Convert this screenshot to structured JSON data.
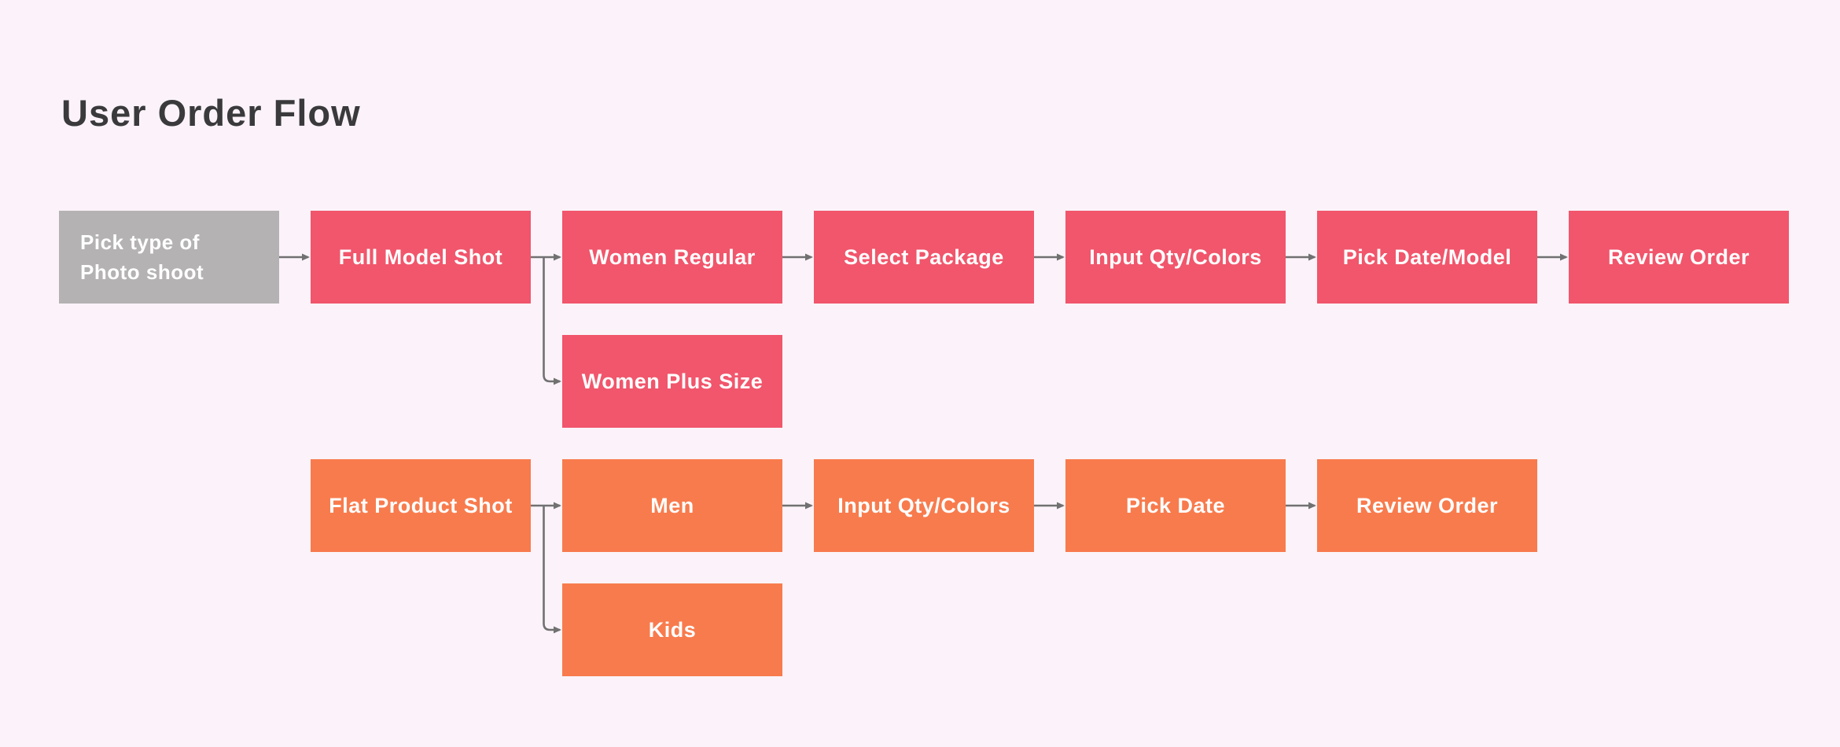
{
  "colors": {
    "pink": "#F1566C",
    "orange": "#F87B4D",
    "gray": "#B4B2B3",
    "arrow": "#717171",
    "bg": "#FBF3F9",
    "titleText": "#3A3A3C",
    "boxText": "#FFFFFF"
  },
  "flow": {
    "title": "User Order Flow",
    "nodes": [
      {
        "id": "pick-type-of-photo-shoot",
        "label": "Pick type of Photo shoot",
        "line1": "Pick type of",
        "line2": "Photo shoot",
        "color": "gray"
      },
      {
        "id": "full-model-shot",
        "label": "Full Model Shot",
        "color": "pink"
      },
      {
        "id": "women-regular",
        "label": "Women Regular",
        "color": "pink"
      },
      {
        "id": "select-package",
        "label": "Select Package",
        "color": "pink"
      },
      {
        "id": "input-qty-colors-model",
        "label": "Input Qty/Colors",
        "color": "pink"
      },
      {
        "id": "pick-date-model",
        "label": "Pick Date/Model",
        "color": "pink"
      },
      {
        "id": "review-order-model",
        "label": "Review Order",
        "color": "pink"
      },
      {
        "id": "women-plus-size",
        "label": "Women Plus Size",
        "color": "pink"
      },
      {
        "id": "flat-product-shot",
        "label": "Flat Product Shot",
        "color": "orange"
      },
      {
        "id": "men",
        "label": "Men",
        "color": "orange"
      },
      {
        "id": "input-qty-colors-flat",
        "label": "Input Qty/Colors",
        "color": "orange"
      },
      {
        "id": "pick-date",
        "label": "Pick Date",
        "color": "orange"
      },
      {
        "id": "review-order-flat",
        "label": "Review Order",
        "color": "orange"
      },
      {
        "id": "kids",
        "label": "Kids",
        "color": "orange"
      }
    ],
    "edges": [
      {
        "from": "pick-type-of-photo-shoot",
        "to": "full-model-shot"
      },
      {
        "from": "full-model-shot",
        "to": "women-regular"
      },
      {
        "from": "full-model-shot",
        "to": "women-plus-size"
      },
      {
        "from": "women-regular",
        "to": "select-package"
      },
      {
        "from": "select-package",
        "to": "input-qty-colors-model"
      },
      {
        "from": "input-qty-colors-model",
        "to": "pick-date-model"
      },
      {
        "from": "pick-date-model",
        "to": "review-order-model"
      },
      {
        "from": "flat-product-shot",
        "to": "men"
      },
      {
        "from": "flat-product-shot",
        "to": "kids"
      },
      {
        "from": "men",
        "to": "input-qty-colors-flat"
      },
      {
        "from": "input-qty-colors-flat",
        "to": "pick-date"
      },
      {
        "from": "pick-date",
        "to": "review-order-flat"
      }
    ]
  }
}
